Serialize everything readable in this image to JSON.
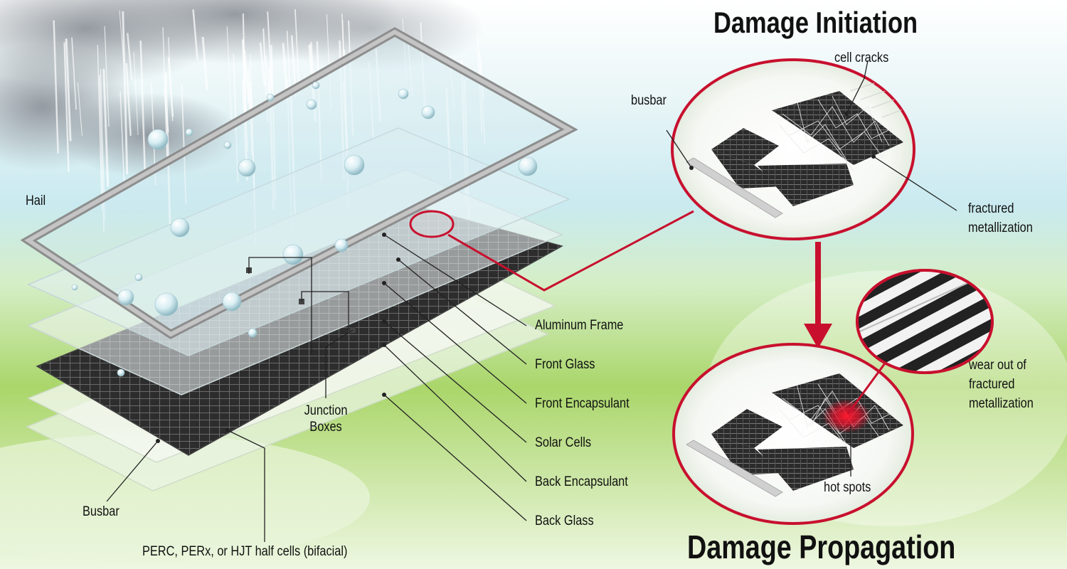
{
  "titles": {
    "initiation": "Damage Initiation",
    "propagation": "Damage Propagation"
  },
  "layer_labels": {
    "aluminum_frame": "Aluminum Frame",
    "front_glass": "Front Glass",
    "front_encapsulant": "Front Encapsulant",
    "solar_cells": "Solar Cells",
    "back_encapsulant": "Back Encapsulant",
    "back_glass": "Back Glass"
  },
  "component_labels": {
    "hail": "Hail",
    "junction_boxes_line1": "Junction",
    "junction_boxes_line2": "Boxes",
    "busbar": "Busbar",
    "cells": "PERC, PERx, or HJT half cells (bifacial)"
  },
  "initiation_labels": {
    "busbar": "busbar",
    "cell_cracks": "cell cracks",
    "fractured_line1": "fractured",
    "fractured_line2": "metallization"
  },
  "propagation_labels": {
    "wear_line1": "wear out of",
    "wear_line2": "fractured",
    "wear_line3": "metallization",
    "hot_spots": "hot spots"
  },
  "colors": {
    "callout_red": "#c8102e",
    "hot_spot": "#e0102a",
    "cell_dark": "#2a2a2a",
    "frame_gray": "#a8a8a8",
    "grass_green": "#9acd55",
    "sky_blue": "#bfe6ee"
  }
}
